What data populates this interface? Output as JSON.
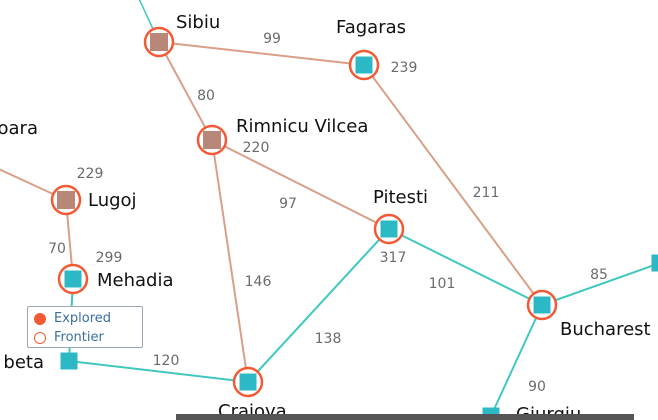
{
  "colors": {
    "explored_edge": "#d9a087",
    "frontier_edge": "#3fc8bf",
    "explored_fill": "#b8877a",
    "frontier_fill": "#2cb8c4",
    "ring": "#f25a35"
  },
  "legend": {
    "explored_label": "Explored",
    "frontier_label": "Frontier"
  },
  "cities": [
    {
      "id": "sibiu",
      "label": "Sibiu",
      "status": "explored"
    },
    {
      "id": "fagaras",
      "label": "Fagaras",
      "status": "frontier"
    },
    {
      "id": "rimnicu",
      "label": "Rimnicu Vilcea",
      "status": "explored"
    },
    {
      "id": "pitesti",
      "label": "Pitesti",
      "status": "frontier"
    },
    {
      "id": "lugoj",
      "label": "Lugoj",
      "status": "explored"
    },
    {
      "id": "mehadia",
      "label": "Mehadia",
      "status": "frontier"
    },
    {
      "id": "bucharest",
      "label": "Bucharest",
      "status": "frontier"
    },
    {
      "id": "craiova",
      "label": "Craiova",
      "status": "frontier"
    },
    {
      "id": "drobeta",
      "label": "beta",
      "status": "unvisited"
    },
    {
      "id": "giurgiu",
      "label": "Giurgiu",
      "status": "unvisited"
    },
    {
      "id": "timisoara",
      "label": "oara",
      "status": "unvisited"
    },
    {
      "id": "urziceni",
      "label": "",
      "status": "unvisited"
    }
  ],
  "roads": [
    {
      "from": "sibiu",
      "to": "fagaras",
      "distance": "99",
      "type": "explored"
    },
    {
      "from": "sibiu",
      "to": "rimnicu",
      "distance": "80",
      "type": "explored"
    },
    {
      "from": "fagaras",
      "to": "bucharest",
      "distance": "211",
      "type": "explored"
    },
    {
      "from": "rimnicu",
      "to": "pitesti",
      "distance": "97",
      "type": "explored"
    },
    {
      "from": "rimnicu",
      "to": "craiova",
      "distance": "146",
      "type": "explored"
    },
    {
      "from": "lugoj",
      "to": "mehadia",
      "distance": "70",
      "type": "explored"
    },
    {
      "from": "pitesti",
      "to": "bucharest",
      "distance": "101",
      "type": "frontier"
    },
    {
      "from": "pitesti",
      "to": "craiova",
      "distance": "138",
      "type": "frontier"
    },
    {
      "from": "drobeta",
      "to": "craiova",
      "distance": "120",
      "type": "frontier"
    },
    {
      "from": "mehadia",
      "to": "drobeta",
      "distance": "",
      "type": "frontier"
    },
    {
      "from": "bucharest",
      "to": "urziceni",
      "distance": "85",
      "type": "frontier"
    },
    {
      "from": "bucharest",
      "to": "giurgiu",
      "distance": "90",
      "type": "frontier"
    },
    {
      "from": "timisoara",
      "to": "lugoj",
      "distance": "",
      "type": "explored"
    }
  ],
  "costs": [
    {
      "city": "fagaras",
      "value": "239"
    },
    {
      "city": "rimnicu",
      "value": "220"
    },
    {
      "city": "lugoj",
      "value": "229"
    },
    {
      "city": "mehadia",
      "value": "299"
    },
    {
      "city": "pitesti",
      "value": "317"
    }
  ]
}
